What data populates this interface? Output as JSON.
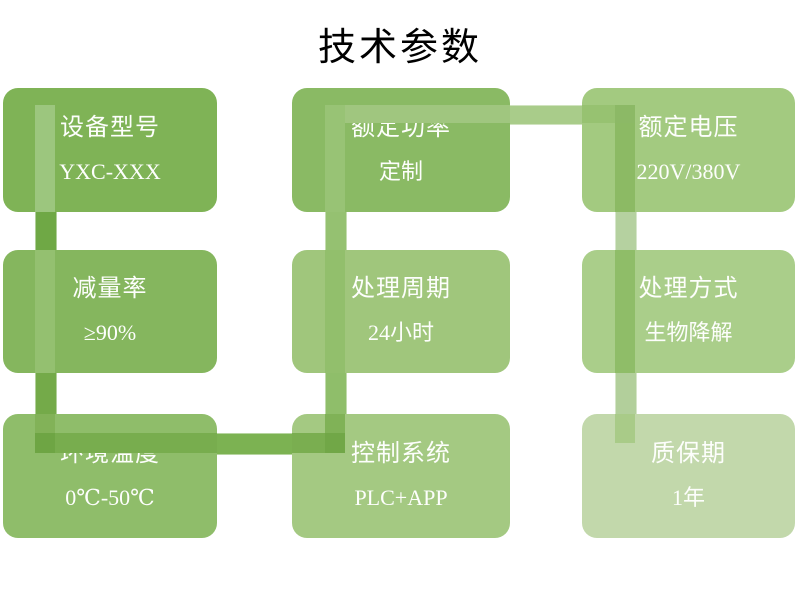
{
  "slide_title": "技术参数",
  "cards": [
    {
      "name": "device-model",
      "title": "设备型号",
      "value": "YXC-XXX",
      "fill": "#7fb356"
    },
    {
      "name": "rated-power",
      "title": "额定功率",
      "value": "定制",
      "fill": "#8aba64"
    },
    {
      "name": "rated-voltage",
      "title": "额定电压",
      "value": "220V/380V",
      "fill": "#a3ca80"
    },
    {
      "name": "reduction-rate",
      "title": "减量率",
      "value": "≥90%",
      "fill": "#85b65e"
    },
    {
      "name": "treatment-cycle",
      "title": "处理周期",
      "value": "24小时",
      "fill": "#a0c67c"
    },
    {
      "name": "treatment-method",
      "title": "处理方式",
      "value": "生物降解",
      "fill": "#aace8a"
    },
    {
      "name": "ambient-temperature",
      "title": "环境温度",
      "value": "0℃-50℃",
      "fill": "#8fbd6a"
    },
    {
      "name": "control-system",
      "title": "控制系统",
      "value": "PLC+APP",
      "fill": "#a4c982"
    },
    {
      "name": "warranty-period",
      "title": "质保期",
      "value": "1年",
      "fill": "#c2d8ab"
    }
  ],
  "connector": {
    "description": "serpentine flow band: device-model → reduction-rate → ambient-temperature → control-system → treatment-cycle → rated-power → rated-voltage → treatment-method → warranty-period",
    "colors": {
      "left_in_box1": "#9cc67e",
      "left_gap_1_4": "#6fa845",
      "left_in_box4": "#94c070",
      "left_gap_4_7": "#74aa49",
      "left_in_box7_top": "#82b258",
      "left_junction_box7": "#6ea544",
      "bottom_in_box7": "#78ad4e",
      "bottom_gap_7_8": "#7cb252",
      "bottom_in_box8": "#7aae50",
      "bottom_junction_box8": "#71a747",
      "mid_in_box2": "#98c375",
      "mid_gap_2_5": "#95c171",
      "mid_in_box5": "#92bf6c",
      "mid_gap_5_8": "#8fbe6a",
      "mid_in_box8_top": "#80b257",
      "top_in_box2": "#a0c67f",
      "top_gap_2_3": "#a9cc8a",
      "top_in_box3": "#97c271",
      "top_junction_box3": "#8cb966",
      "right_in_box3": "#8cba64",
      "right_gap_3_6": "#b5d1a0",
      "right_in_box6": "#8fbd68",
      "right_gap_6_9": "#b2cf9b",
      "right_in_box9": "#a9cb88"
    }
  }
}
